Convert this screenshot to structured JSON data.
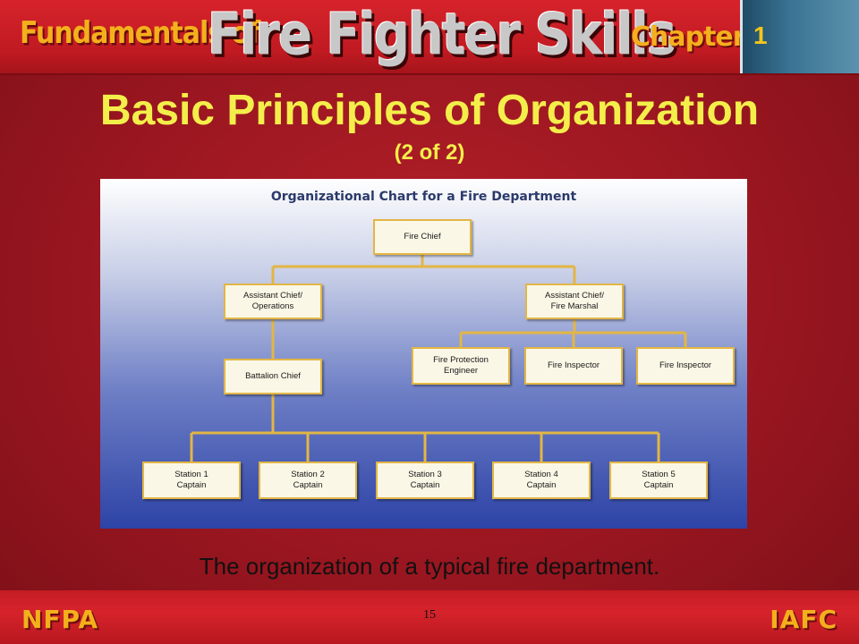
{
  "header": {
    "brand_small": "Fundamentals of",
    "brand_big": "Fire Fighter Skills",
    "chapter_label": "Chapter",
    "chapter_number": "1"
  },
  "slide": {
    "title": "Basic Principles of Organization",
    "subtitle": "(2 of 2)",
    "caption": "The organization of a typical fire department."
  },
  "org_chart": {
    "title": "Organizational Chart for a Fire Department",
    "nodes": [
      {
        "id": "chief",
        "label": "Fire Chief",
        "parent": null
      },
      {
        "id": "ac_ops",
        "label": "Assistant Chief/\nOperations",
        "parent": "chief"
      },
      {
        "id": "ac_fm",
        "label": "Assistant Chief/\nFire Marshal",
        "parent": "chief"
      },
      {
        "id": "bc",
        "label": "Battalion Chief",
        "parent": "ac_ops"
      },
      {
        "id": "fpe",
        "label": "Fire Protection\nEngineer",
        "parent": "ac_fm"
      },
      {
        "id": "fi1",
        "label": "Fire Inspector",
        "parent": "ac_fm"
      },
      {
        "id": "fi2",
        "label": "Fire Inspector",
        "parent": "ac_fm"
      },
      {
        "id": "s1",
        "label": "Station 1\nCaptain",
        "parent": "bc"
      },
      {
        "id": "s2",
        "label": "Station 2\nCaptain",
        "parent": "bc"
      },
      {
        "id": "s3",
        "label": "Station 3\nCaptain",
        "parent": "bc"
      },
      {
        "id": "s4",
        "label": "Station 4\nCaptain",
        "parent": "bc"
      },
      {
        "id": "s5",
        "label": "Station 5\nCaptain",
        "parent": "bc"
      }
    ]
  },
  "footer": {
    "left_logo": "NFPA",
    "right_logo": "IAFC",
    "page_number": "15"
  },
  "colors": {
    "title_yellow": "#f4ee4a",
    "header_red": "#d6232b",
    "node_border": "#e2b645",
    "connector": "#e2b645"
  }
}
